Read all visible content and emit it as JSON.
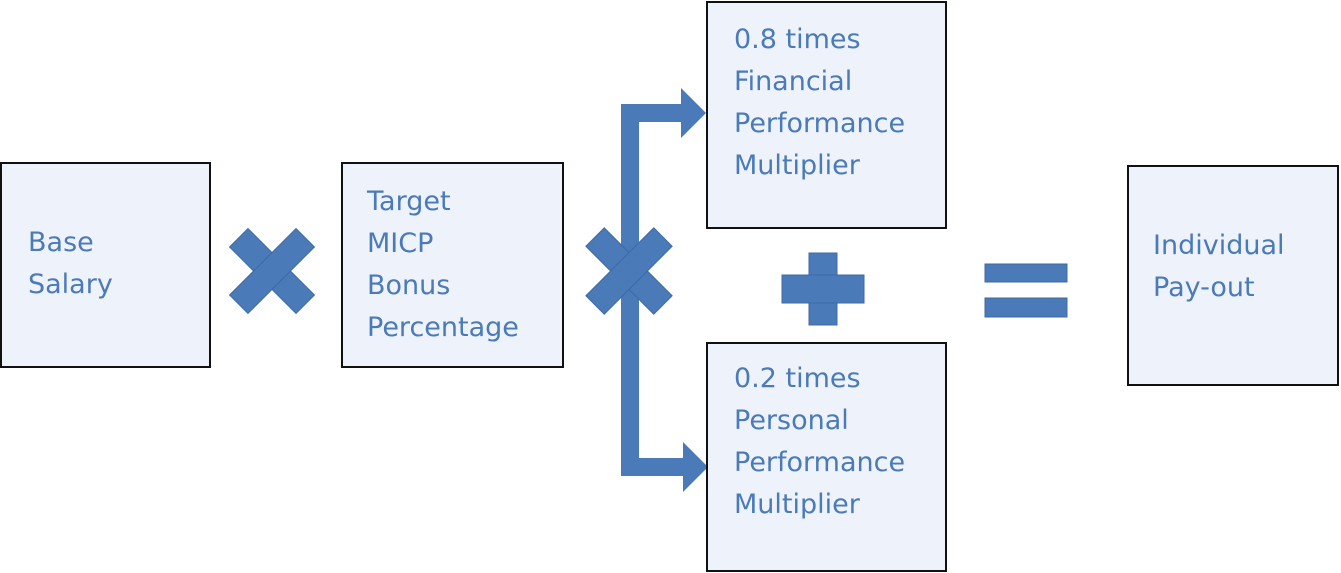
{
  "boxes": {
    "base_salary": [
      "Base",
      "Salary"
    ],
    "target_bonus": [
      "Target",
      "MICP",
      "Bonus",
      "Percentage"
    ],
    "financial": [
      "0.8 times",
      "Financial",
      "Performance",
      "Multiplier"
    ],
    "personal": [
      "0.2 times",
      "Personal",
      "Performance",
      "Multiplier"
    ],
    "payout": [
      "Individual",
      "Pay-out"
    ]
  },
  "operators": {
    "multiply_1": "multiply-icon",
    "multiply_2": "multiply-icon",
    "plus": "plus-icon",
    "equals": "equals-icon"
  },
  "colors": {
    "accent": "#4a7ab8",
    "box_fill": "#eef2fa",
    "box_border": "#111111"
  }
}
